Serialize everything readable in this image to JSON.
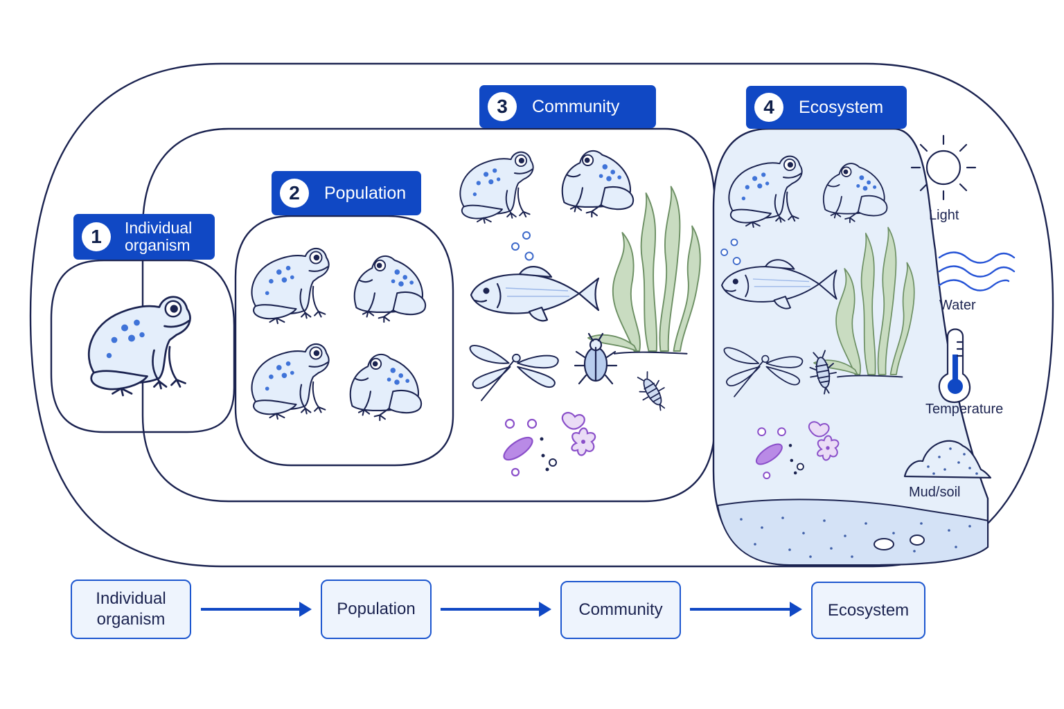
{
  "levels": [
    {
      "number": "1",
      "label": "Individual organism"
    },
    {
      "number": "2",
      "label": "Population"
    },
    {
      "number": "3",
      "label": "Community"
    },
    {
      "number": "4",
      "label": "Ecosystem"
    }
  ],
  "abiotic_factors": {
    "light": "Light",
    "water": "Water",
    "temperature": "Temperature",
    "soil": "Mud/soil"
  },
  "flow": [
    "Individual organism",
    "Population",
    "Community",
    "Ecosystem"
  ],
  "colors": {
    "accent": "#1048c4",
    "outline": "#1b2350",
    "organism_fill": "#e4eefb",
    "frog_spots": "#3f73d8",
    "plant": "#6c8f63",
    "microbes": "#8a4fc9",
    "ecosystem_fill": "#e6effa"
  }
}
